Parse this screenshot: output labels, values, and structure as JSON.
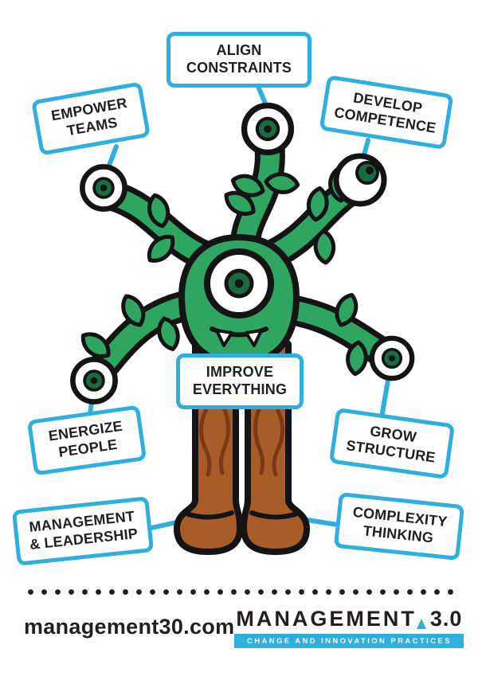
{
  "poster": {
    "callouts": {
      "align_constraints": "ALIGN CONSTRAINTS",
      "empower_teams": "EMPOWER TEAMS",
      "develop_competence": "DEVELOP COMPETENCE",
      "improve_everything": "IMPROVE EVERYTHING",
      "energize_people": "ENERGIZE PEOPLE",
      "grow_structure": "GROW STRUCTURE",
      "management_leadership": "MANAGEMENT & LEADERSHIP",
      "complexity_thinking": "COMPLEXITY THINKING"
    },
    "illustration": {
      "character": "eye-tree-monster",
      "eyeball_count": 6,
      "colors": {
        "monster_green": "#2EA560",
        "iris_green": "#1B6B42",
        "trunk_brown": "#A85C28",
        "trunk_grain_brown": "#7A3A16",
        "outline_black": "#141414"
      }
    }
  },
  "footer": {
    "website": "management30.com",
    "logo": {
      "title": "MANAGEMENT",
      "version": "3.0",
      "tagline": "CHANGE AND INNOVATION PRACTICES"
    }
  },
  "theme": {
    "accent_cyan": "#2FAEE0",
    "text_dark": "#231F20",
    "background": "#FFFFFF"
  }
}
